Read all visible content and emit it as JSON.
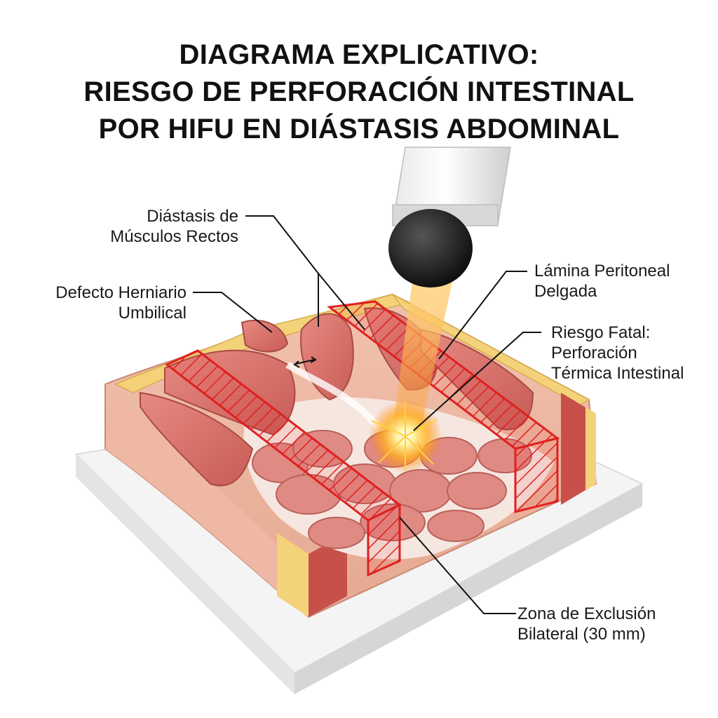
{
  "title": {
    "line1": "DIAGRAMA EXPLICATIVO:",
    "line2": "RIESGO DE PERFORACIÓN INTESTINAL",
    "line3": "POR HIFU EN DIÁSTASIS ABDOMINAL"
  },
  "labels": {
    "diastasis": {
      "line1": "Diástasis de",
      "line2": "Músculos Rectos"
    },
    "hernia": {
      "line1": "Defecto Herniario",
      "line2": "Umbilical"
    },
    "peritoneal": {
      "line1": "Lámina Peritoneal",
      "line2": "Delgada"
    },
    "risk": {
      "line1": "Riesgo Fatal:",
      "line2": "Perforación",
      "line3": "Térmica Intestinal"
    },
    "exclusion": {
      "line1": "Zona de Exclusión",
      "line2": "Bilateral (30 mm)"
    }
  },
  "colors": {
    "title": "#111111",
    "exclusion_zone": "#e02020",
    "muscle": "#d9736c",
    "fat": "#f3d27a",
    "skin": "#eeb8a4",
    "intestine": "#e08a84",
    "energy": "#ffb340"
  }
}
